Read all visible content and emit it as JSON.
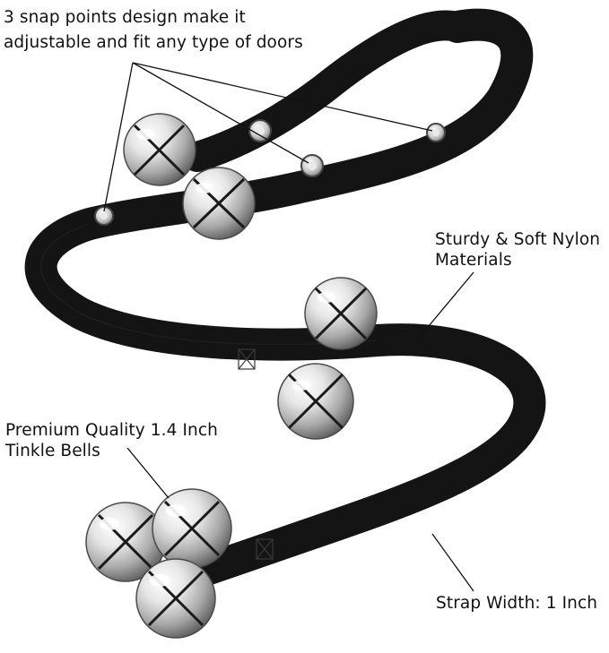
{
  "callouts": {
    "snap_points": {
      "line1": "3 snap points design make it",
      "line2": "adjustable and fit any type of doors"
    },
    "nylon": {
      "line1": "Sturdy & Soft Nylon",
      "line2": "Materials"
    },
    "bells": {
      "line1": "Premium Quality 1.4 Inch",
      "line2": "Tinkle Bells"
    },
    "strap_width": {
      "line1": "Strap Width: 1 Inch"
    }
  },
  "colors": {
    "strap": "#141414",
    "strap_edge": "#0a0a0a",
    "bell_light": "#f4f4f4",
    "bell_mid": "#bdbdbd",
    "bell_dark": "#6a6a6a",
    "leader_line": "#111111"
  }
}
